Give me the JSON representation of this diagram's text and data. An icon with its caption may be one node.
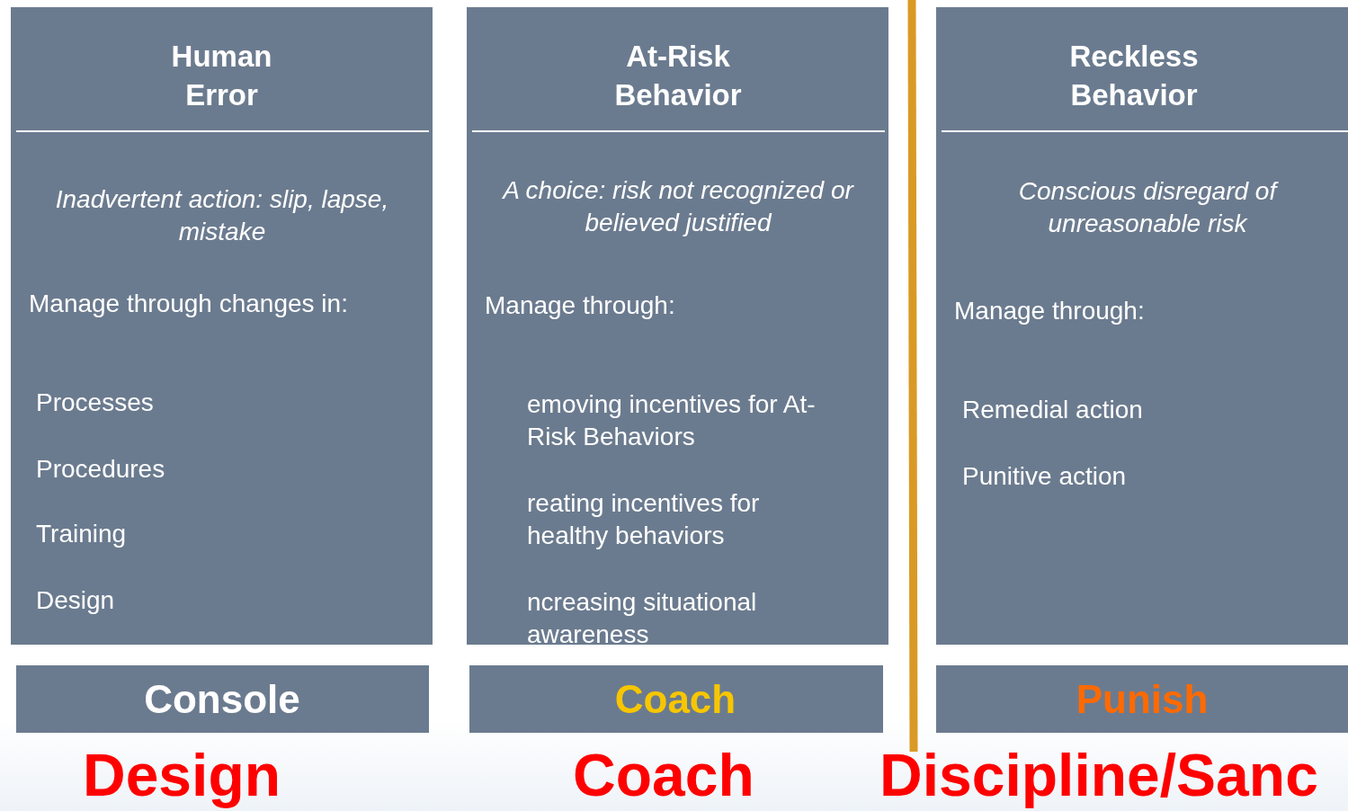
{
  "diagram": {
    "nodes": [
      {
        "text": [
          "Human Error",
          "Inadvertent action: slip, lapse, mistake",
          "Manage through changes in:",
          "Processes",
          "Procedures",
          "Training",
          "Design"
        ]
      },
      {
        "text": [
          "At-Risk Behavior",
          "A choice: risk not recognized or believed justified",
          "Manage through:",
          "emoving incentives for At-Risk Behaviors",
          "reating incentives for healthy behaviors",
          "ncreasing situational awareness"
        ]
      },
      {
        "text": [
          "Reckless Behavior",
          "Conscious disregard of unreasonable risk",
          "Manage through:",
          "Remedial action",
          "Punitive action"
        ]
      },
      {
        "text": [
          "Console"
        ]
      },
      {
        "text": [
          "Coach"
        ]
      },
      {
        "text": [
          "Punish"
        ]
      }
    ],
    "edges": [],
    "labels": [
      "Design",
      "Coach",
      "Discipline/Sanc"
    ]
  }
}
